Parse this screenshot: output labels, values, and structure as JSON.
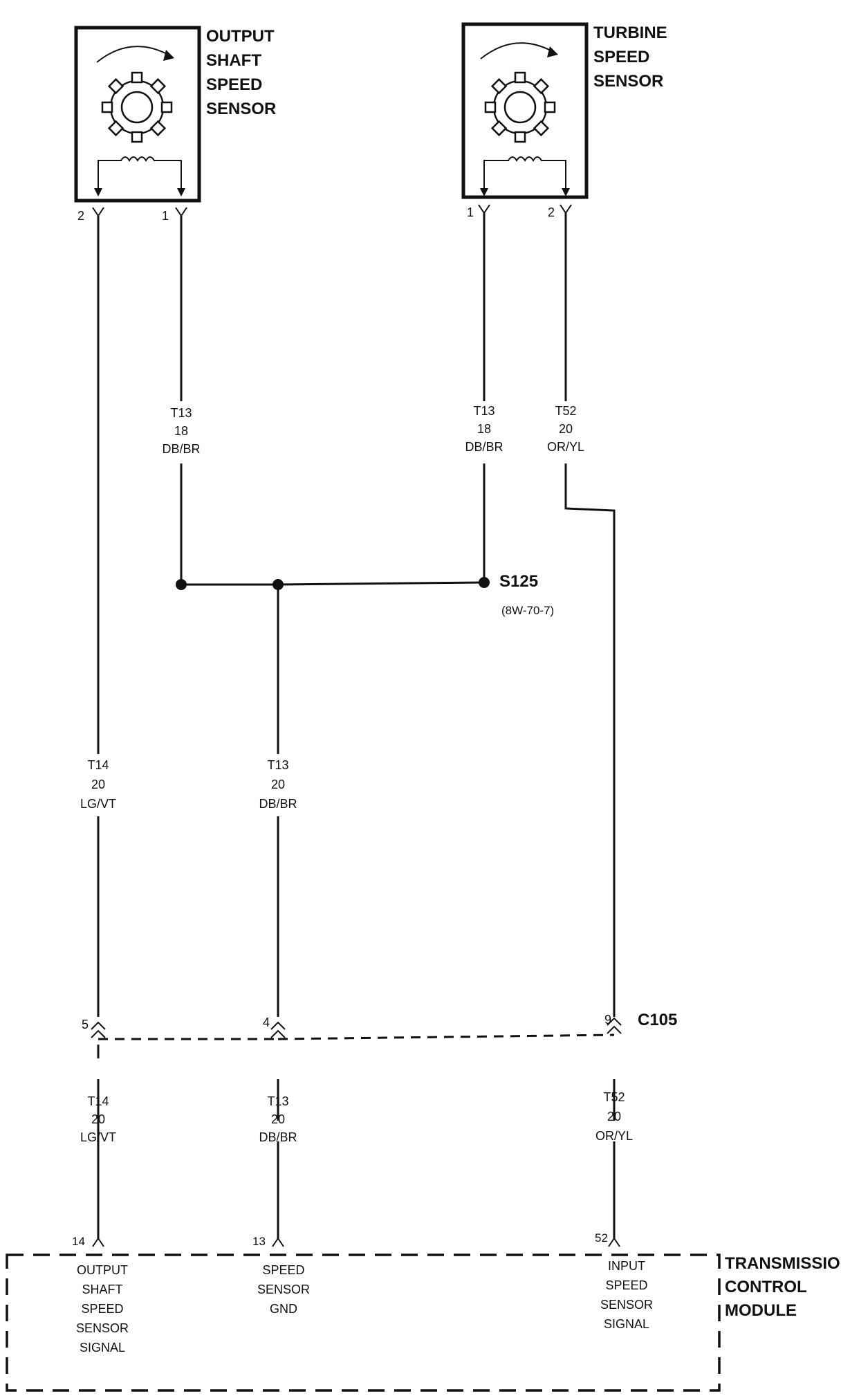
{
  "components": {
    "output_shaft_sensor": {
      "label": [
        "OUTPUT",
        "SHAFT",
        "SPEED",
        "SENSOR"
      ],
      "pin_left": "2",
      "pin_right": "1"
    },
    "turbine_sensor": {
      "label": [
        "TURBINE",
        "SPEED",
        "SENSOR"
      ],
      "pin_left": "1",
      "pin_right": "2"
    },
    "tcm": {
      "label": [
        "TRANSMISSION",
        "CONTROL",
        "MODULE"
      ]
    }
  },
  "splice": {
    "name": "S125",
    "ref": "(8W-70-7)"
  },
  "connector": {
    "name": "C105",
    "pin_a": "5",
    "pin_b": "4",
    "pin_c": "9"
  },
  "wires": {
    "oss_pin1_upper": [
      "T13",
      "18",
      "DB/BR"
    ],
    "tss_pin1_upper": [
      "T13",
      "18",
      "DB/BR"
    ],
    "tss_pin2_upper": [
      "T52",
      "20",
      "OR/YL"
    ],
    "left_mid": [
      "T14",
      "20",
      "LG/VT"
    ],
    "center_mid": [
      "T13",
      "20",
      "DB/BR"
    ],
    "left_lower": [
      "T14",
      "20",
      "LG/VT"
    ],
    "center_lower": [
      "T13",
      "20",
      "DB/BR"
    ],
    "right_lower": [
      "T52",
      "20",
      "OR/YL"
    ]
  },
  "tcm_pins": {
    "a": {
      "number": "14",
      "name": [
        "OUTPUT",
        "SHAFT",
        "SPEED",
        "SENSOR",
        "SIGNAL"
      ]
    },
    "b": {
      "number": "13",
      "name": [
        "SPEED",
        "SENSOR",
        "GND"
      ]
    },
    "c": {
      "number": "52",
      "name": [
        "INPUT",
        "SPEED",
        "SENSOR",
        "SIGNAL"
      ]
    }
  }
}
